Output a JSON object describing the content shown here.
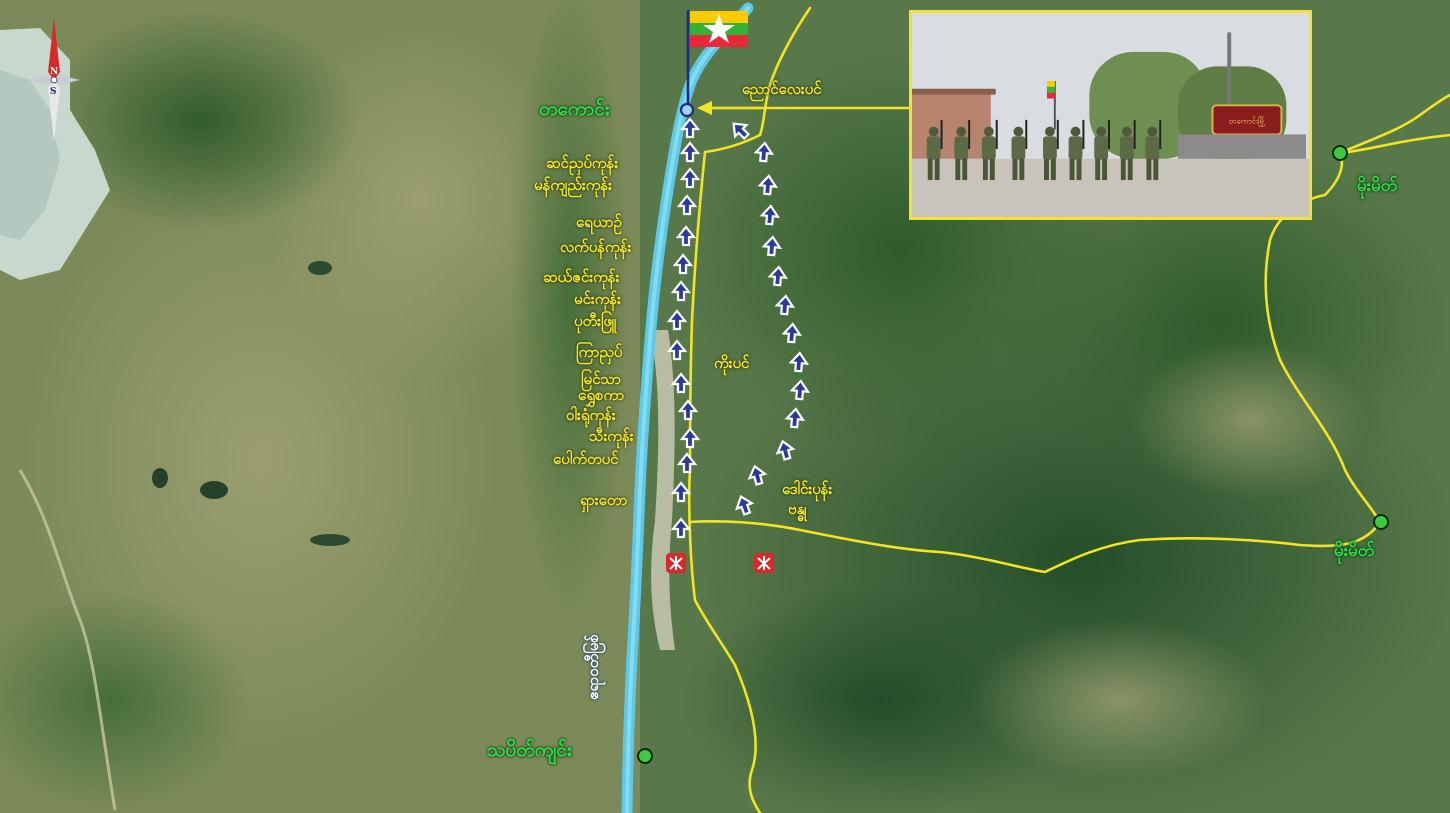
{
  "map": {
    "compass": {
      "north_label": "N",
      "south_label": "S"
    },
    "colors": {
      "river": "#5fc8e6",
      "road": "#f2e422",
      "yellow_label": "#f2ea2a",
      "green_label": "#2fe04a",
      "arrow": "#2a3a9a",
      "camp_marker": "#d8282a",
      "town_dot": "#3ec93e",
      "inset_border": "#f0e23a"
    },
    "towns": {
      "takaung": "တကောင်း",
      "momeik": "မိုးမိတ်",
      "mongmit": "မိုးမိတ်",
      "thabeikkyin": "သပိတ်ကျင်း",
      "sinlonghpat": "ညောင်လေးပင်"
    },
    "river_name": "ဧရာဝတီမြစ်",
    "village_labels": [
      "ဆင်ညှပ်ကုန်း",
      "မန်ကျည်းကုန်း",
      "ရေယာဉ်",
      "လက်ပန်ကုန်း",
      "ဆယ်ဇင်းကုန်း",
      "မင်းကုန်း",
      "ပုတီးဖြူ",
      "ကြာညှပ်",
      "မြင်သာ",
      "ရွှေစကာ",
      "ဝါးရုံကုန်း",
      "သီးကုန်း",
      "ပေါက်တပင်",
      "ရှားတော"
    ],
    "koe_pin": "ကိုးပင်",
    "dawpon": "ဒေါင်းပုန်း",
    "zachi": "ဗန္ဓု",
    "inset": {
      "sign_text": "တကောင်းမြို့"
    },
    "icons": {
      "compass": "compass-rose-icon",
      "flag": "myanmar-flag-icon",
      "camp": "enemy-camp-icon",
      "town": "town-dot-icon",
      "arrow": "advance-arrow-icon"
    }
  }
}
